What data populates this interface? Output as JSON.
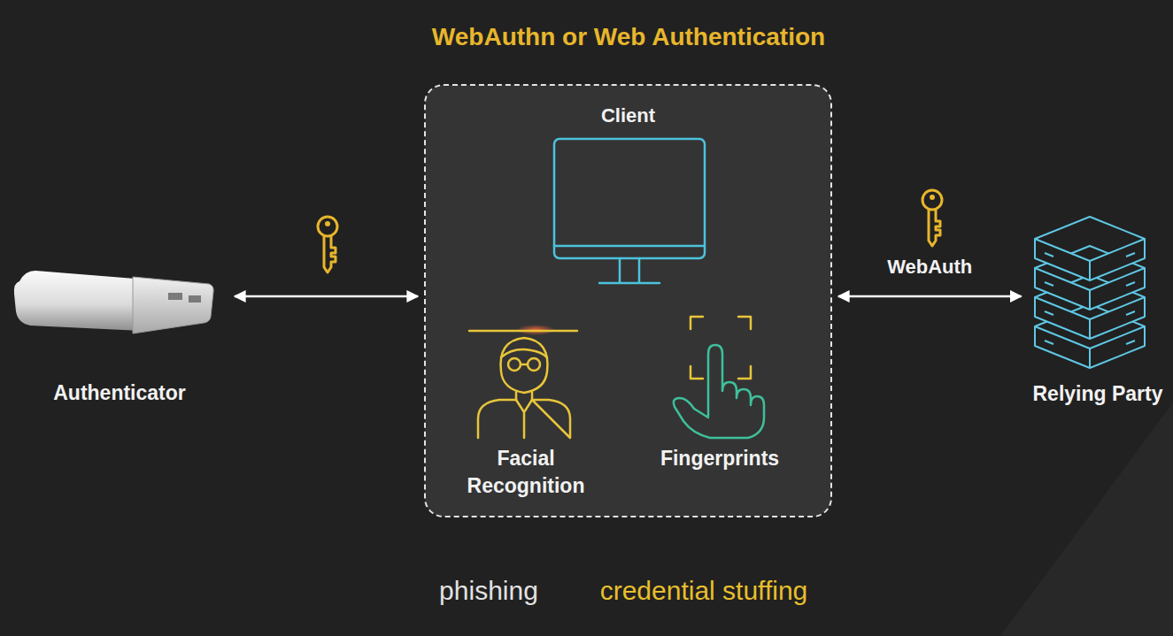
{
  "diagram": {
    "title": "WebAuthn or Web Authentication",
    "nodes": [
      {
        "text": [
          "Authenticator"
        ]
      },
      {
        "text": [
          "Client"
        ]
      },
      {
        "text": [
          "Facial Recognition"
        ],
        "in": 1
      },
      {
        "text": [
          "Fingerprints"
        ],
        "in": 1
      },
      {
        "text": [
          "Relying Party"
        ]
      }
    ],
    "edges": [
      {
        "from": 0,
        "to": 1,
        "arrow": "both"
      },
      {
        "from": 1,
        "to": 4,
        "label": "WebAuth",
        "arrow": "both"
      }
    ],
    "labels": [
      "phishing",
      "credential stuffing"
    ]
  }
}
